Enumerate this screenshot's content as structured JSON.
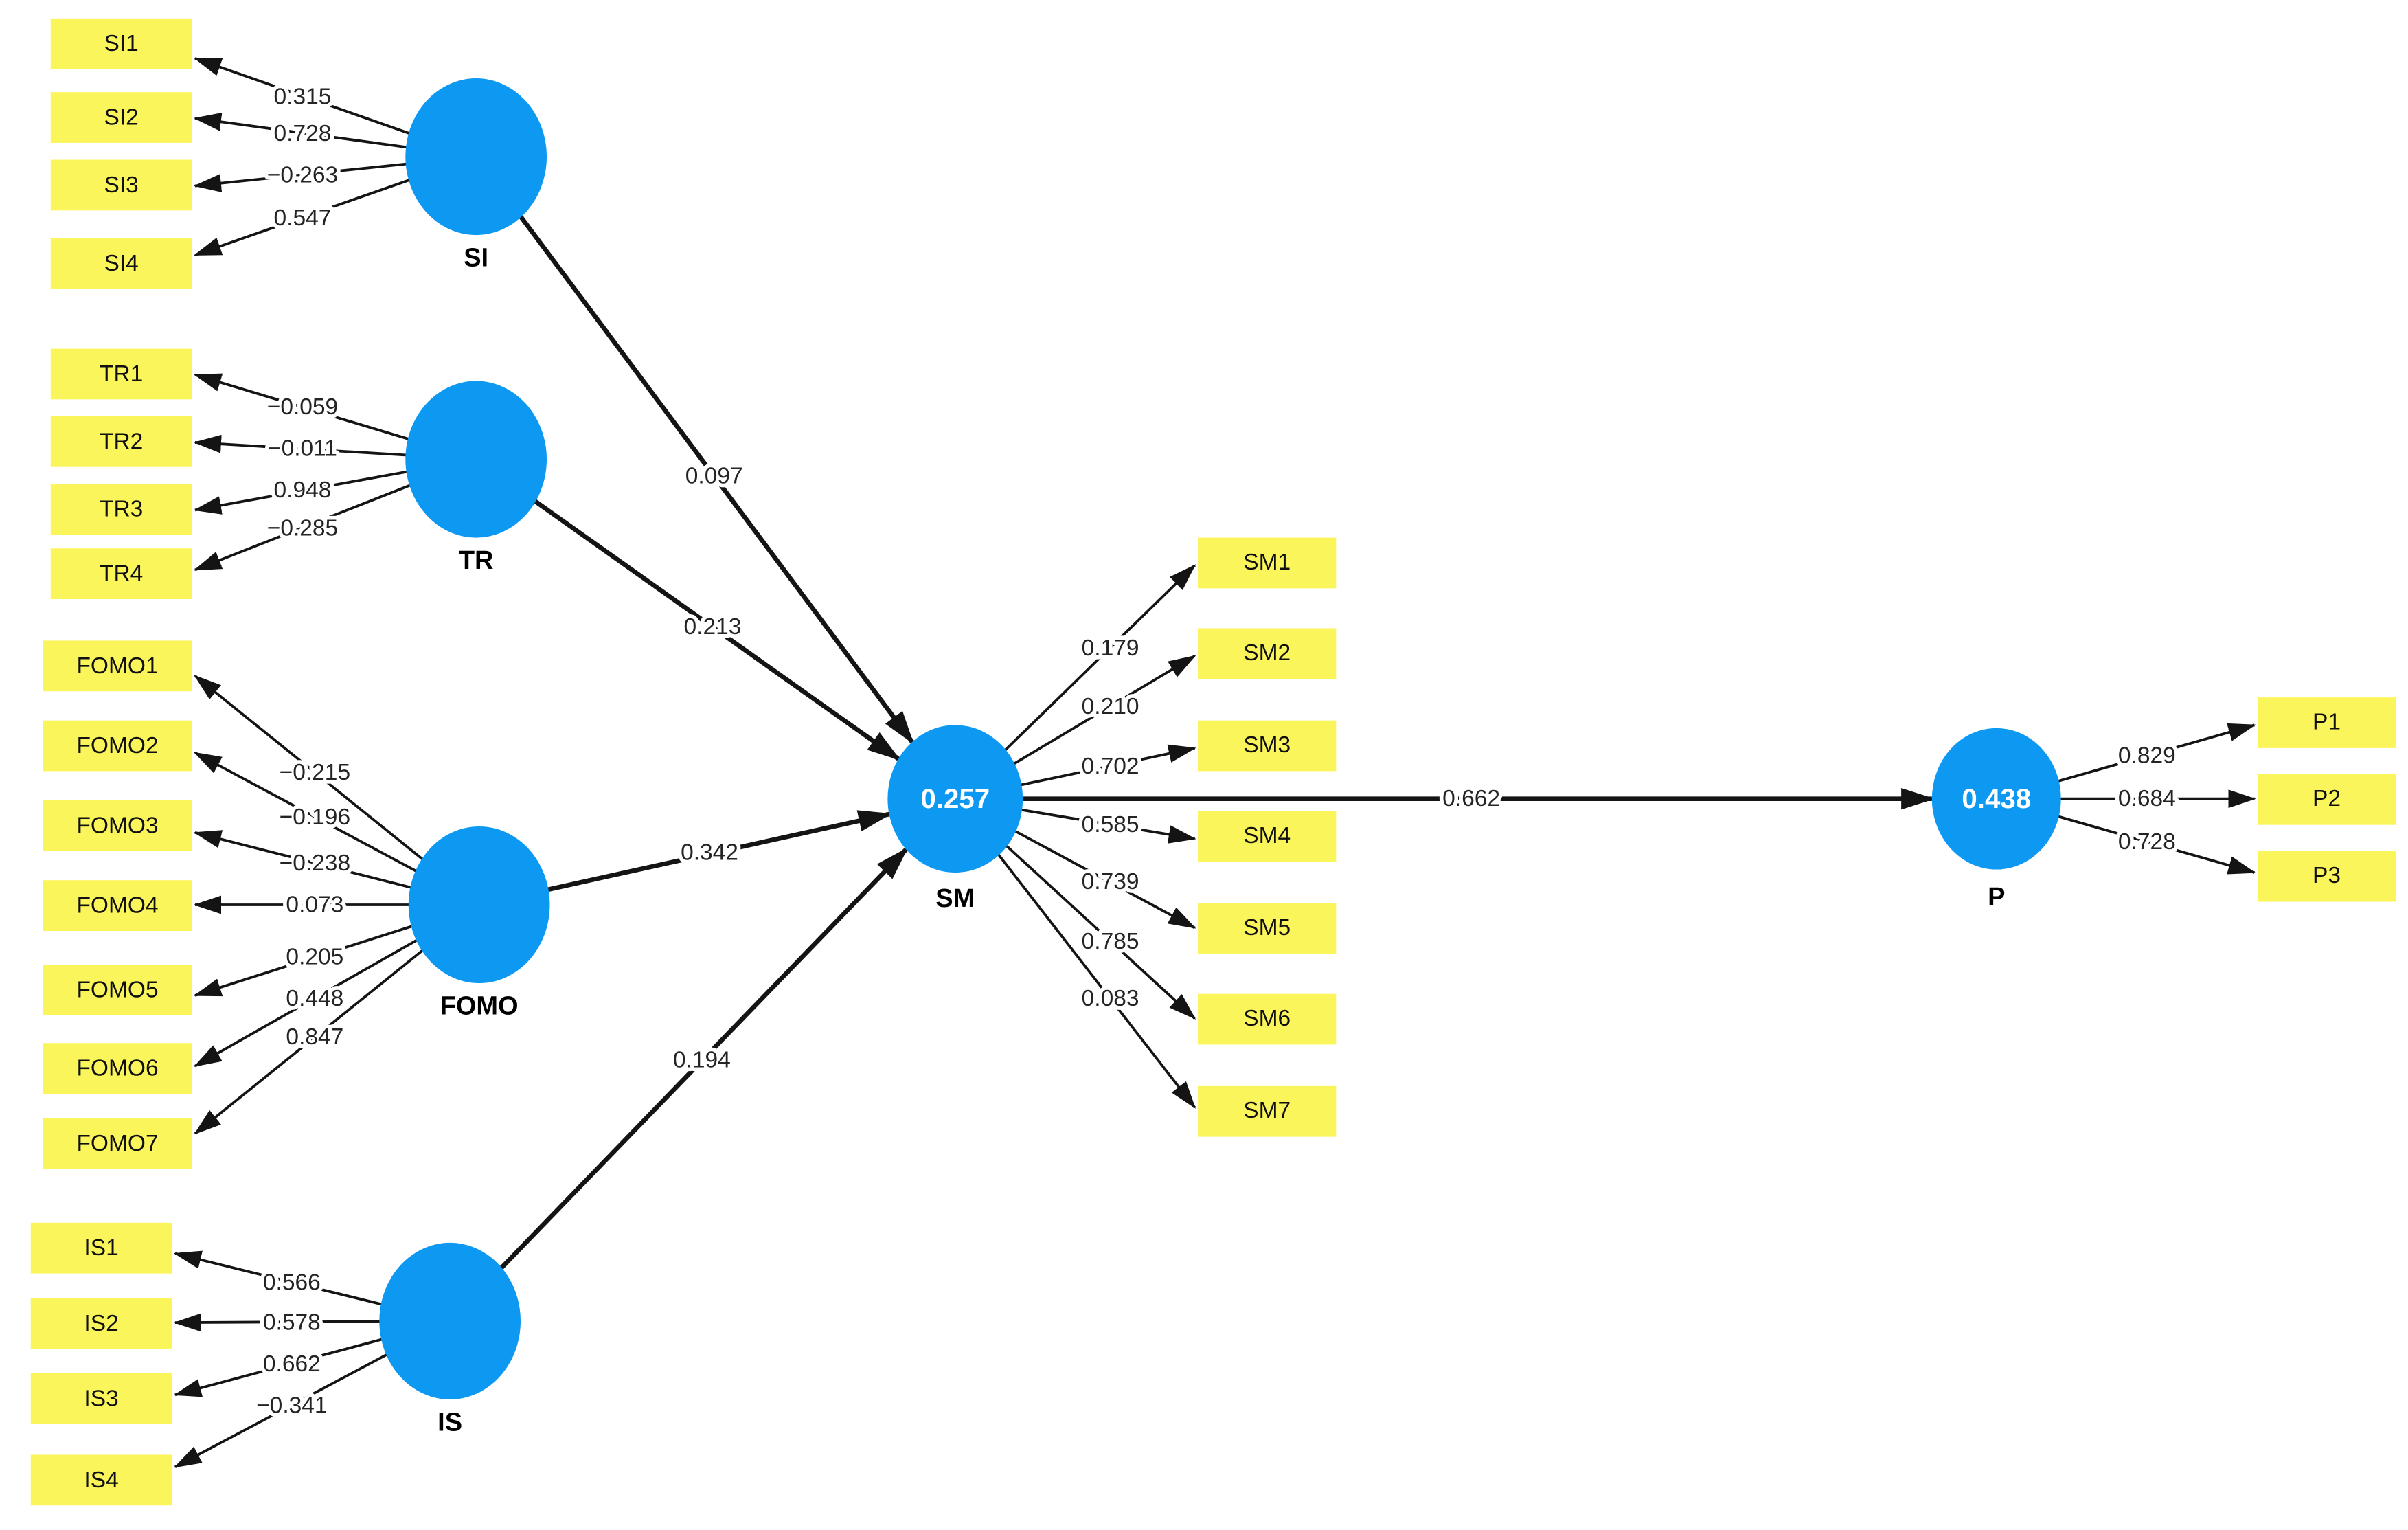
{
  "model": {
    "si": {
      "label": "SI",
      "indicators": [
        "SI1",
        "SI2",
        "SI3",
        "SI4"
      ],
      "loadings": [
        "0.315",
        "0.728",
        "−0.263",
        "0.547"
      ]
    },
    "tr": {
      "label": "TR",
      "indicators": [
        "TR1",
        "TR2",
        "TR3",
        "TR4"
      ],
      "loadings": [
        "−0.059",
        "−0.011",
        "0.948",
        "−0.285"
      ]
    },
    "fomo": {
      "label": "FOMO",
      "indicators": [
        "FOMO1",
        "FOMO2",
        "FOMO3",
        "FOMO4",
        "FOMO5",
        "FOMO6",
        "FOMO7"
      ],
      "loadings": [
        "−0.215",
        "−0.196",
        "−0.238",
        "0.073",
        "0.205",
        "0.448",
        "0.847"
      ]
    },
    "is": {
      "label": "IS",
      "indicators": [
        "IS1",
        "IS2",
        "IS3",
        "IS4"
      ],
      "loadings": [
        "0.566",
        "0.578",
        "0.662",
        "−0.341"
      ]
    },
    "sm": {
      "label": "SM",
      "r2": "0.257",
      "indicators": [
        "SM1",
        "SM2",
        "SM3",
        "SM4",
        "SM5",
        "SM6",
        "SM7"
      ],
      "loadings": [
        "0.179",
        "0.210",
        "0.702",
        "0.585",
        "0.739",
        "0.785",
        "0.083"
      ]
    },
    "p": {
      "label": "P",
      "r2": "0.438",
      "indicators": [
        "P1",
        "P2",
        "P3"
      ],
      "loadings": [
        "0.829",
        "0.684",
        "0.728"
      ]
    },
    "paths": {
      "si_sm": "0.097",
      "tr_sm": "0.213",
      "fomo_sm": "0.342",
      "is_sm": "0.194",
      "sm_p": "0.662"
    }
  },
  "colors": {
    "construct": "#0d99f2",
    "indicator": "#fbf55c",
    "line": "#141414",
    "label_text": "#000000",
    "value_text": "#ffffff",
    "background": "#ffffff"
  }
}
